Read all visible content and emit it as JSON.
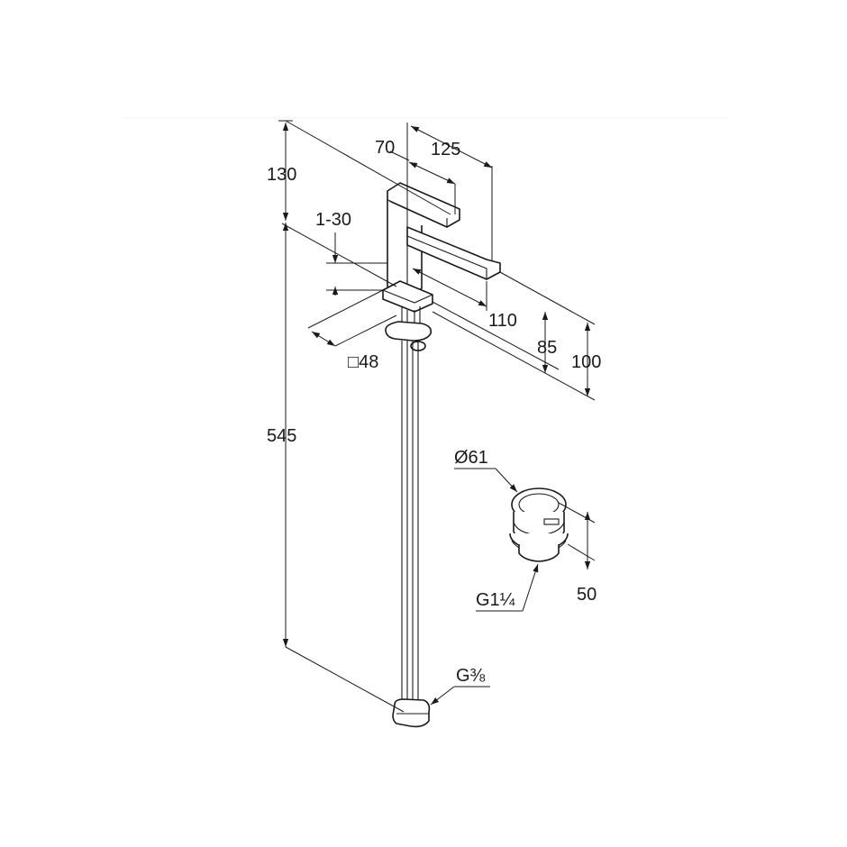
{
  "dimensions": {
    "overall_height_top": "130",
    "spout_reach_70": "70",
    "spout_reach_125": "125",
    "angle_range": "1-30",
    "spout_length": "110",
    "height_85": "85",
    "height_100": "100",
    "base_square": "□48",
    "hose_length": "545",
    "waste_diameter": "Ø61",
    "waste_height": "50",
    "waste_thread": "G1¼",
    "supply_thread": "G⅜"
  }
}
